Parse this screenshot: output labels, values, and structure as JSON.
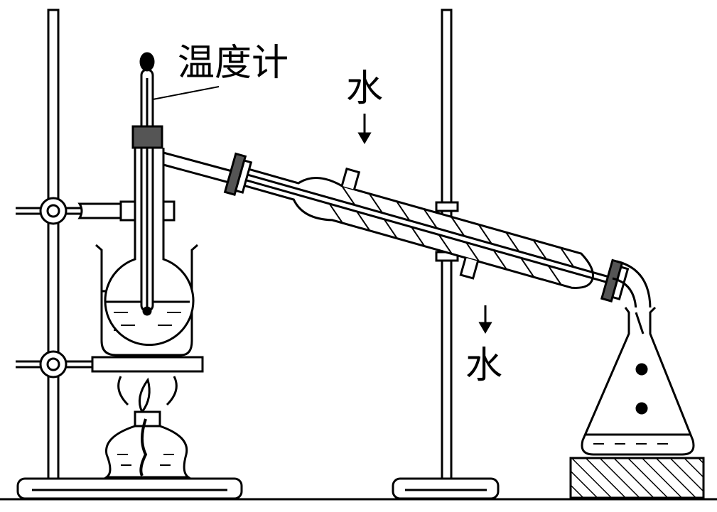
{
  "labels": {
    "thermometer": "温度计",
    "water_in": "水",
    "water_out": "水"
  },
  "colors": {
    "stroke": "#000000",
    "stopper": "#555555",
    "background": "#ffffff"
  }
}
